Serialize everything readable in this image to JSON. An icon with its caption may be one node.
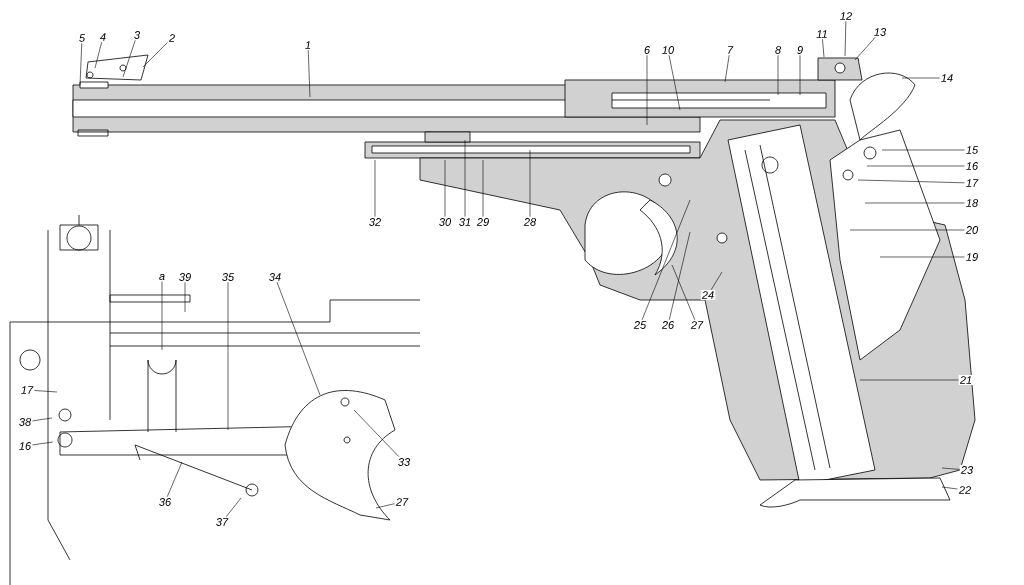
{
  "diagram": {
    "nodes": [
      {
        "text": [
          "5"
        ]
      },
      {
        "text": [
          "4"
        ]
      },
      {
        "text": [
          "3"
        ]
      },
      {
        "text": [
          "2"
        ]
      },
      {
        "text": [
          "1"
        ]
      },
      {
        "text": [
          "6"
        ]
      },
      {
        "text": [
          "10"
        ]
      },
      {
        "text": [
          "7"
        ]
      },
      {
        "text": [
          "8"
        ]
      },
      {
        "text": [
          "9"
        ]
      },
      {
        "text": [
          "11"
        ]
      },
      {
        "text": [
          "12"
        ]
      },
      {
        "text": [
          "13"
        ]
      },
      {
        "text": [
          "14"
        ]
      },
      {
        "text": [
          "15"
        ]
      },
      {
        "text": [
          "16"
        ]
      },
      {
        "text": [
          "17"
        ]
      },
      {
        "text": [
          "18"
        ]
      },
      {
        "text": [
          "20"
        ]
      },
      {
        "text": [
          "19"
        ]
      },
      {
        "text": [
          "32"
        ]
      },
      {
        "text": [
          "30"
        ]
      },
      {
        "text": [
          "31"
        ]
      },
      {
        "text": [
          "29"
        ]
      },
      {
        "text": [
          "28"
        ]
      },
      {
        "text": [
          "а"
        ]
      },
      {
        "text": [
          "39"
        ]
      },
      {
        "text": [
          "35"
        ]
      },
      {
        "text": [
          "34"
        ]
      },
      {
        "text": [
          "25"
        ]
      },
      {
        "text": [
          "26"
        ]
      },
      {
        "text": [
          "27"
        ]
      },
      {
        "text": [
          "24"
        ]
      },
      {
        "text": [
          "21"
        ]
      },
      {
        "text": [
          "17"
        ]
      },
      {
        "text": [
          "38"
        ]
      },
      {
        "text": [
          "16"
        ]
      },
      {
        "text": [
          "33"
        ]
      },
      {
        "text": [
          "36"
        ]
      },
      {
        "text": [
          "27"
        ]
      },
      {
        "text": [
          "37"
        ]
      },
      {
        "text": [
          "23"
        ]
      },
      {
        "text": [
          "22"
        ]
      }
    ],
    "edges": [
      {
        "from": 0,
        "to": null,
        "arrow": "none"
      },
      {
        "from": 1,
        "to": null,
        "arrow": "none"
      },
      {
        "from": 2,
        "to": null,
        "arrow": "none"
      },
      {
        "from": 3,
        "to": null,
        "arrow": "none"
      },
      {
        "from": 4,
        "to": null,
        "arrow": "none"
      },
      {
        "from": 5,
        "to": null,
        "arrow": "none"
      },
      {
        "from": 6,
        "to": null,
        "arrow": "none"
      },
      {
        "from": 7,
        "to": null,
        "arrow": "none"
      },
      {
        "from": 8,
        "to": null,
        "arrow": "none"
      },
      {
        "from": 9,
        "to": null,
        "arrow": "none"
      },
      {
        "from": 10,
        "to": null,
        "arrow": "none"
      },
      {
        "from": 11,
        "to": null,
        "arrow": "none"
      },
      {
        "from": 12,
        "to": null,
        "arrow": "none"
      },
      {
        "from": 13,
        "to": null,
        "arrow": "none"
      },
      {
        "from": 14,
        "to": null,
        "arrow": "none"
      },
      {
        "from": 15,
        "to": null,
        "arrow": "none"
      },
      {
        "from": 16,
        "to": null,
        "arrow": "none"
      },
      {
        "from": 17,
        "to": null,
        "arrow": "none"
      },
      {
        "from": 18,
        "to": null,
        "arrow": "none"
      },
      {
        "from": 19,
        "to": null,
        "arrow": "none"
      },
      {
        "from": 20,
        "to": null,
        "arrow": "none"
      },
      {
        "from": 21,
        "to": null,
        "arrow": "none"
      },
      {
        "from": 22,
        "to": null,
        "arrow": "none"
      },
      {
        "from": 23,
        "to": null,
        "arrow": "none"
      },
      {
        "from": 24,
        "to": null,
        "arrow": "none"
      },
      {
        "from": 25,
        "to": null,
        "arrow": "none"
      },
      {
        "from": 26,
        "to": null,
        "arrow": "none"
      },
      {
        "from": 27,
        "to": null,
        "arrow": "none"
      },
      {
        "from": 28,
        "to": null,
        "arrow": "none"
      },
      {
        "from": 29,
        "to": null,
        "arrow": "none"
      },
      {
        "from": 30,
        "to": null,
        "arrow": "none"
      },
      {
        "from": 31,
        "to": null,
        "arrow": "none"
      },
      {
        "from": 32,
        "to": null,
        "arrow": "none"
      },
      {
        "from": 33,
        "to": null,
        "arrow": "none"
      },
      {
        "from": 34,
        "to": null,
        "arrow": "none"
      },
      {
        "from": 35,
        "to": null,
        "arrow": "none"
      },
      {
        "from": 36,
        "to": null,
        "arrow": "none"
      },
      {
        "from": 37,
        "to": null,
        "arrow": "none"
      },
      {
        "from": 38,
        "to": null,
        "arrow": "none"
      },
      {
        "from": 39,
        "to": null,
        "arrow": "none"
      },
      {
        "from": 40,
        "to": null,
        "arrow": "none"
      },
      {
        "from": 41,
        "to": null,
        "arrow": "none"
      },
      {
        "from": 42,
        "to": null,
        "arrow": "none"
      }
    ]
  }
}
